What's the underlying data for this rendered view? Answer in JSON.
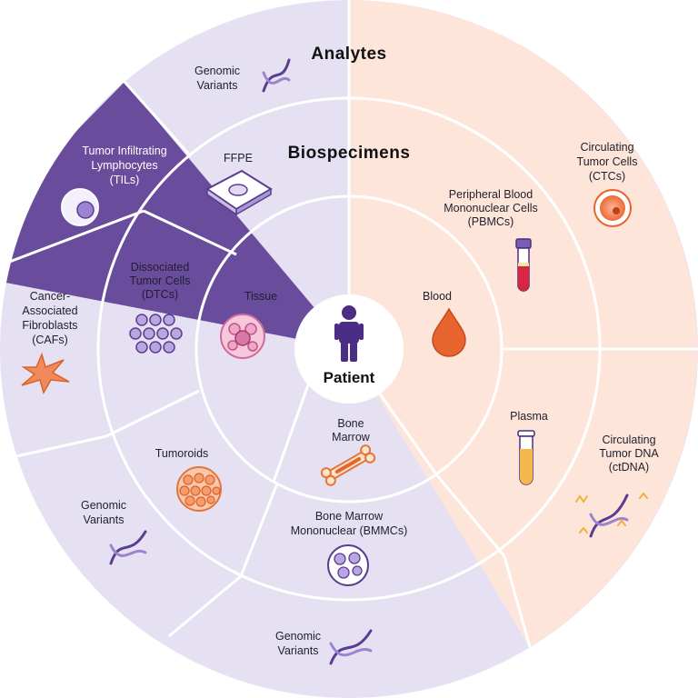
{
  "rings": {
    "analytes": "Analytes",
    "biospecimens": "Biospecimens"
  },
  "center": {
    "label": "Patient"
  },
  "inner": {
    "tissue": "Tissue",
    "blood": "Blood",
    "bone_marrow": [
      "Bone",
      "Marrow"
    ]
  },
  "middle": {
    "ffpe": "FFPE",
    "dtc": [
      "Dissociated",
      "Tumor Cells",
      "(DTCs)"
    ],
    "tumoroids": "Tumoroids",
    "bmmc": [
      "Bone Marrow",
      "Mononuclear (BMMCs)"
    ],
    "pbmc": [
      "Peripheral Blood",
      "Mononuclear Cells",
      "(PBMCs)"
    ],
    "plasma": "Plasma"
  },
  "outer": {
    "genomic_top": [
      "Genomic",
      "Variants"
    ],
    "til": [
      "Tumor Infiltrating",
      "Lymphocytes",
      "(TILs)"
    ],
    "caf": [
      "Cancer-",
      "Associated",
      "Fibroblasts",
      "(CAFs)"
    ],
    "genomic_left": [
      "Genomic",
      "Variants"
    ],
    "genomic_bottom": [
      "Genomic",
      "Variants"
    ],
    "ctc": [
      "Circulating",
      "Tumor Cells",
      "(CTCs)"
    ],
    "ctdna": [
      "Circulating",
      "Tumor DNA",
      "(ctDNA)"
    ]
  },
  "colors": {
    "lavender": "#e6e1f2",
    "peach": "#fde5da",
    "purple_highlight": "#6a4c9c",
    "icon_purple": "#6b4ba3",
    "icon_orange": "#e8642e"
  }
}
